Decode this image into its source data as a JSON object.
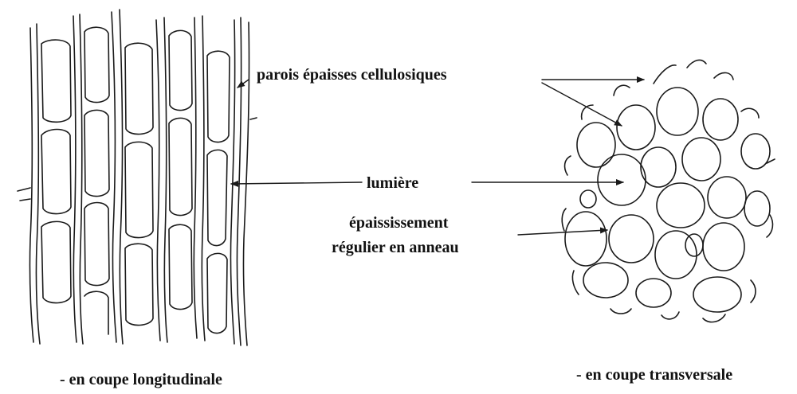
{
  "figure": {
    "labels": {
      "walls": "parois épaisses cellulosiques",
      "lumen": "lumière",
      "thickening_line1": "épaississement",
      "thickening_line2": "régulier en anneau"
    },
    "captions": {
      "longitudinal": "- en coupe longitudinale",
      "transverse": "- en coupe transversale"
    },
    "ink_color": "#1a1a1a"
  }
}
